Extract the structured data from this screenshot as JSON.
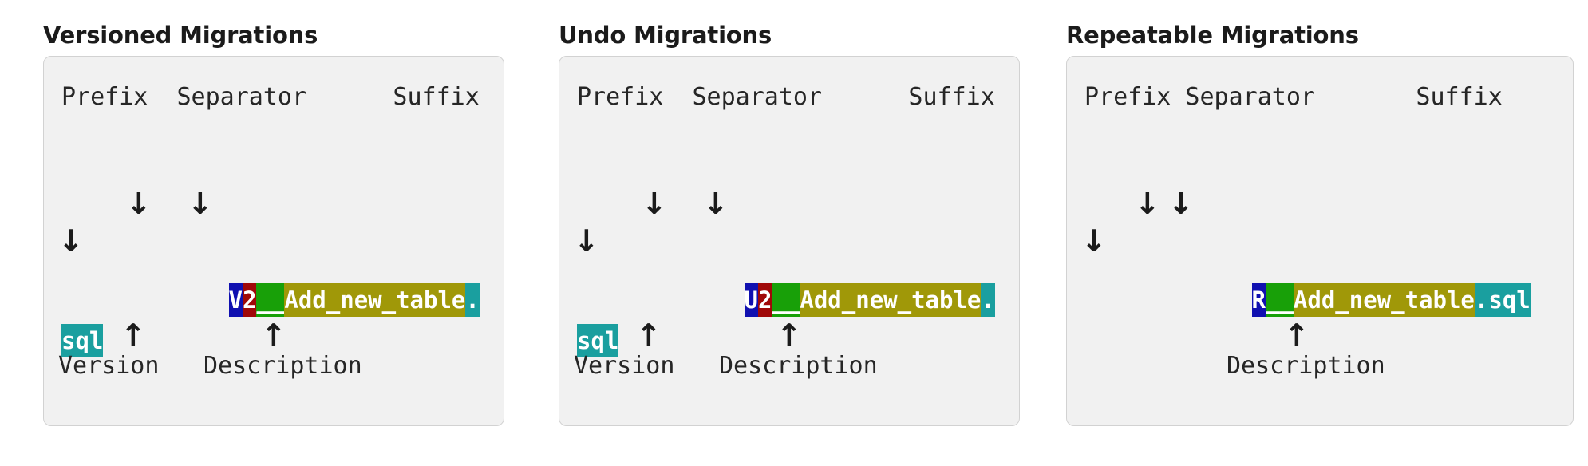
{
  "page": {
    "background": "#ffffff",
    "card_background": "#f1f1f1",
    "card_border": "#d2d2d2",
    "text_color": "#262626"
  },
  "palette": {
    "prefix_blue": "#1010b0",
    "version_red": "#a00808",
    "separator_green": "#18a008",
    "description_olive": "#a09808",
    "suffix_teal": "#1a9f9f",
    "arrow_black": "#1b1b1b"
  },
  "cards": [
    {
      "title": "Versioned Migrations",
      "header_text": "Prefix  Separator      Suffix",
      "down_arrow_glyph": "↓",
      "up_arrow_glyph": "↑",
      "filename": {
        "lead_pad": "    ",
        "segments": [
          {
            "text": "V",
            "role": "prefix",
            "color": "#1010b0"
          },
          {
            "text": "2",
            "role": "version",
            "color": "#a00808"
          },
          {
            "text": "__",
            "role": "separator",
            "color": "#18a008"
          },
          {
            "text": "Add_new_table",
            "role": "description",
            "color": "#a09808"
          },
          {
            "text": ".sql",
            "role": "suffix",
            "color": "#1a9f9f"
          }
        ]
      },
      "bottom_labels": [
        "Version",
        "Description"
      ]
    },
    {
      "title": "Undo Migrations",
      "header_text": "Prefix  Separator      Suffix",
      "down_arrow_glyph": "↓",
      "up_arrow_glyph": "↑",
      "filename": {
        "lead_pad": "    ",
        "segments": [
          {
            "text": "U",
            "role": "prefix",
            "color": "#1010b0"
          },
          {
            "text": "2",
            "role": "version",
            "color": "#a00808"
          },
          {
            "text": "__",
            "role": "separator",
            "color": "#18a008"
          },
          {
            "text": "Add_new_table",
            "role": "description",
            "color": "#a09808"
          },
          {
            "text": ".sql",
            "role": "suffix",
            "color": "#1a9f9f"
          }
        ]
      },
      "bottom_labels": [
        "Version",
        "Description"
      ]
    },
    {
      "title": "Repeatable Migrations",
      "header_text": "Prefix Separator       Suffix",
      "down_arrow_glyph": "↓",
      "up_arrow_glyph": "↑",
      "filename": {
        "lead_pad": "    ",
        "segments": [
          {
            "text": "R",
            "role": "prefix",
            "color": "#1010b0"
          },
          {
            "text": "__",
            "role": "separator",
            "color": "#18a008"
          },
          {
            "text": "Add_new_table",
            "role": "description",
            "color": "#a09808"
          },
          {
            "text": ".sql",
            "role": "suffix",
            "color": "#1a9f9f"
          }
        ]
      },
      "bottom_labels": [
        "Description"
      ]
    }
  ]
}
